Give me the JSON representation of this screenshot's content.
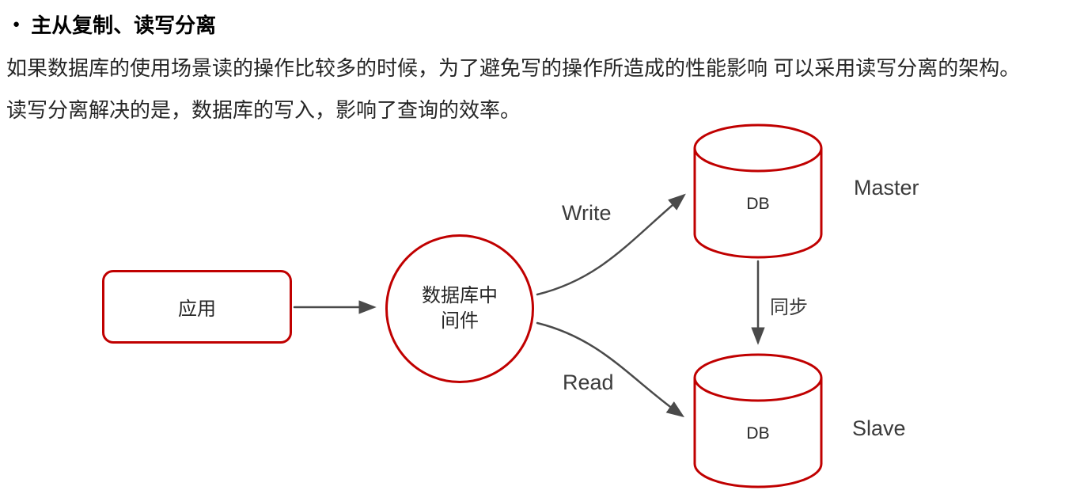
{
  "heading": {
    "bullet": "●",
    "title": "主从复制、读写分离"
  },
  "paragraphs": {
    "line1": "如果数据库的使用场景读的操作比较多的时候，为了避免写的操作所造成的性能影响 可以采用读写分离的架构。",
    "line2": "读写分离解决的是，数据库的写入，影响了查询的效率。"
  },
  "diagram": {
    "app": {
      "label": "应用"
    },
    "middleware": {
      "label": "数据库中\n间件"
    },
    "edges": {
      "write": "Write",
      "read": "Read",
      "sync": "同步"
    },
    "master": {
      "db_label": "DB",
      "name": "Master"
    },
    "slave": {
      "db_label": "DB",
      "name": "Slave"
    },
    "colors": {
      "shape_stroke": "#c00000",
      "arrow": "#4a4a4a",
      "label_text": "#3b3b3b"
    }
  }
}
